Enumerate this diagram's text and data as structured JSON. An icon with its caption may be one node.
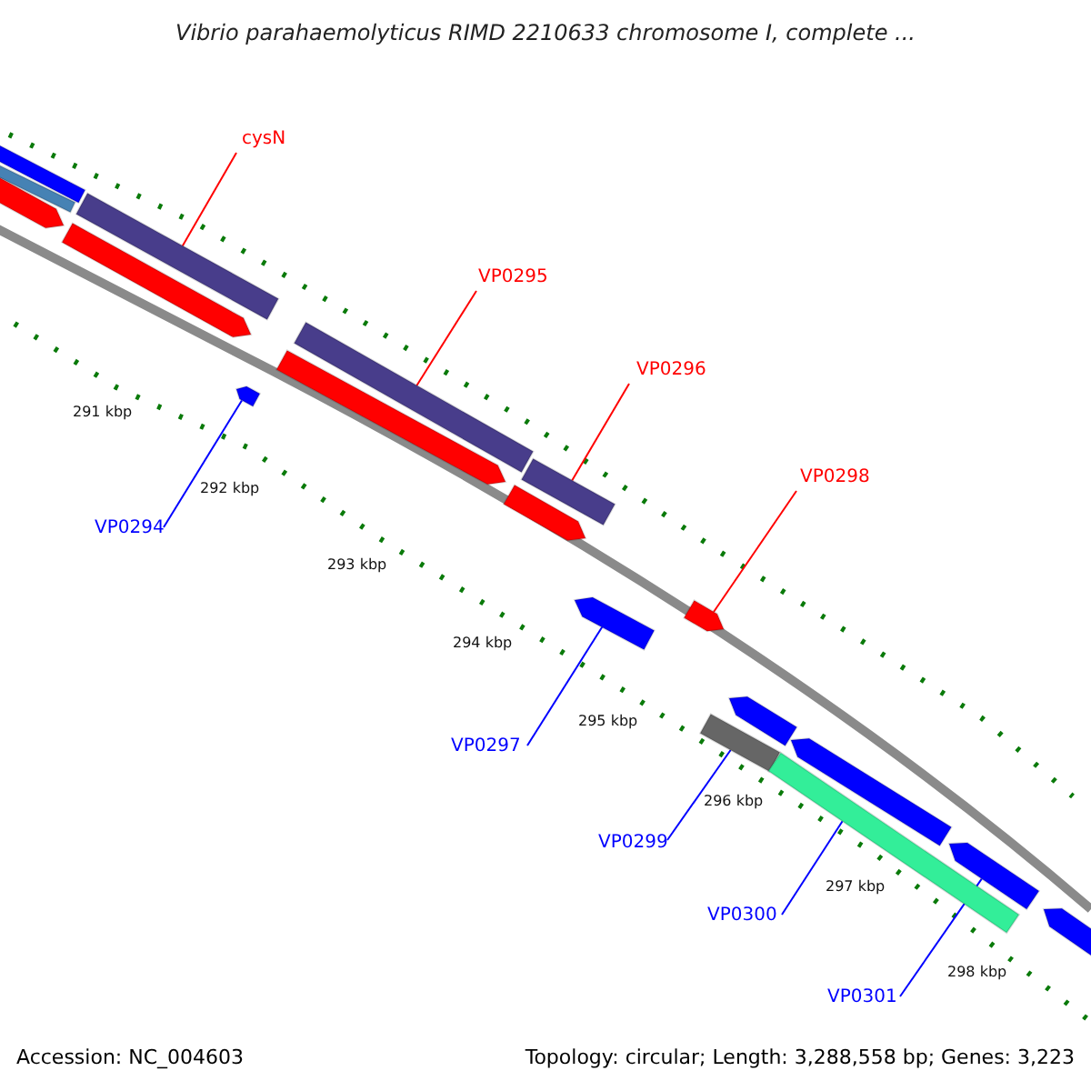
{
  "diagram": {
    "title": "Vibrio parahaemolyticus RIMD 2210633 chromosome I, complete ...",
    "nodes": [
      {
        "text": [],
        "shape": "bar"
      },
      {
        "text": [],
        "shape": "bar"
      },
      {
        "text": [],
        "shape": "bar"
      },
      {
        "text": [],
        "shape": "bar"
      },
      {
        "text": [],
        "shape": "bar"
      },
      {
        "text": [],
        "shape": "bar"
      },
      {
        "text": [],
        "shape": "bar"
      },
      {
        "text": [],
        "shape": "bar"
      },
      {
        "text": [],
        "shape": "bar"
      },
      {
        "text": [],
        "shape": "bar"
      },
      {
        "text": [],
        "shape": "bar"
      },
      {
        "text": [],
        "shape": "bar"
      },
      {
        "text": [],
        "shape": "bar"
      },
      {
        "text": [],
        "shape": "bar"
      },
      {
        "text": [],
        "shape": "bar"
      },
      {
        "text": [],
        "shape": "bar"
      },
      {
        "text": [],
        "shape": "bar"
      },
      {
        "text": [],
        "shape": "bar"
      },
      {
        "text": [
          "cysN"
        ]
      },
      {
        "text": [
          "VP0295"
        ]
      },
      {
        "text": [
          "VP0296"
        ]
      },
      {
        "text": [
          "VP0298"
        ]
      },
      {
        "text": [
          "VP0294"
        ]
      },
      {
        "text": [
          "VP0297"
        ]
      },
      {
        "text": [
          "VP0299"
        ]
      },
      {
        "text": [
          "VP0300"
        ]
      },
      {
        "text": [
          "VP0301"
        ]
      }
    ],
    "edges": [
      {
        "from": 18,
        "to": 3,
        "arrow": "none",
        "color": "#ff0000"
      },
      {
        "from": 19,
        "to": 6,
        "arrow": "none",
        "color": "#ff0000"
      },
      {
        "from": 20,
        "to": 8,
        "arrow": "none",
        "color": "#ff0000"
      },
      {
        "from": 21,
        "to": 11,
        "arrow": "none",
        "color": "#ff0000"
      },
      {
        "from": 22,
        "to": 5,
        "arrow": "none"
      },
      {
        "from": 23,
        "to": 10,
        "arrow": "none"
      },
      {
        "from": 24,
        "to": 12,
        "arrow": "none"
      },
      {
        "from": 25,
        "to": 14,
        "arrow": "none"
      },
      {
        "from": 26,
        "to": 16,
        "arrow": "none"
      }
    ],
    "labels": [
      "291 kbp",
      "292 kbp",
      "293 kbp",
      "294 kbp",
      "295 kbp",
      "296 kbp",
      "297 kbp",
      "298 kbp",
      "Accession: NC_004603",
      "Topology: circular; Length: 3,288,558 bp; Genes: 3,223"
    ]
  }
}
